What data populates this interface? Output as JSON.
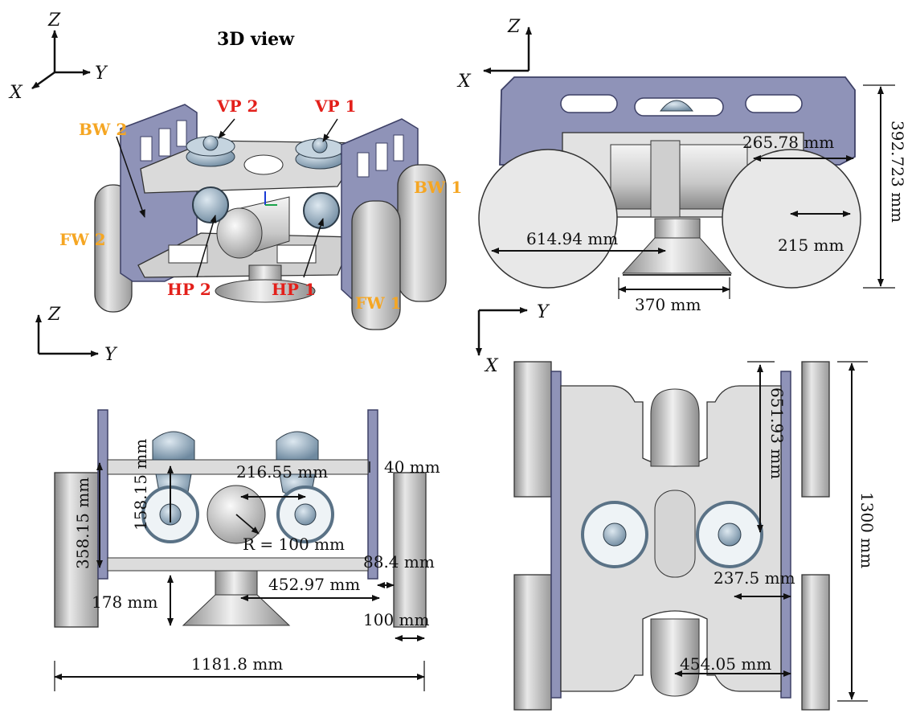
{
  "title": "3D view",
  "colors": {
    "frame": "#8f93b8",
    "frame_dark": "#5b5f86",
    "body": "#dcdcdc",
    "body_dark": "#9a9a9a",
    "thruster": "#9fb6c8",
    "label_red": "#e3201b",
    "label_orange": "#f5a623"
  },
  "axes": {
    "view3d": {
      "up": "Z",
      "right": "Y",
      "diag": "X"
    },
    "front": {
      "up": "Z",
      "left": "X"
    },
    "side": {
      "up": "Z",
      "right": "Y"
    },
    "top": {
      "right": "Y",
      "down": "X"
    }
  },
  "labels_3d": {
    "vp2": "VP 2",
    "vp1": "VP 1",
    "bw2": "BW 2",
    "bw1": "BW 1",
    "fw2": "FW 2",
    "fw1": "FW 1",
    "hp2": "HP 2",
    "hp1": "HP 1"
  },
  "dims_front": {
    "wheel_offset": "265.78 mm",
    "height": "392.723 mm",
    "wheel_diameter": "614.94 mm",
    "hub": "215 mm",
    "suction": "370 mm"
  },
  "dims_side": {
    "thruster_h": "158.15 mm",
    "frame_h": "358.15 mm",
    "spacing": "216.55 mm",
    "plate": "40 mm",
    "radius": "R = 100 mm",
    "wheel_gap": "88.4 mm",
    "half_width": "452.97 mm",
    "clearance": "178 mm",
    "wheel_w": "100 mm",
    "total_width": "1181.8 mm"
  },
  "dims_top": {
    "half_length": "651.93 mm",
    "length": "1300 mm",
    "thr_offset": "237.5 mm",
    "inner_w": "454.05 mm"
  }
}
